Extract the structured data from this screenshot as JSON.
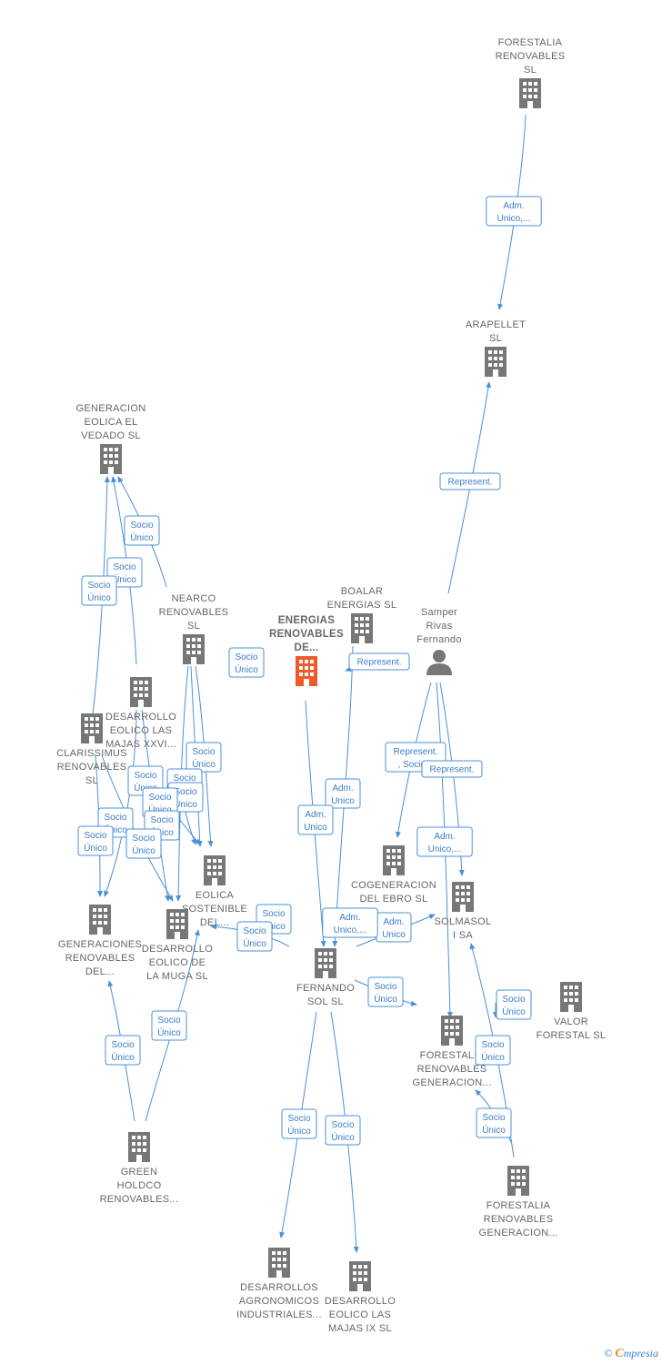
{
  "colors": {
    "building": "#777777",
    "focus": "#f05a28",
    "person": "#777777",
    "edge": "#4a90d9"
  },
  "nodes": [
    {
      "id": "forestalia-sl",
      "type": "company",
      "label": [
        "FORESTALIA",
        "RENOVABLES",
        "SL"
      ],
      "icon": "building-icon"
    },
    {
      "id": "arapellet",
      "type": "company",
      "label": [
        "ARAPELLET",
        "SL"
      ],
      "icon": "building-icon"
    },
    {
      "id": "generacion-vedado",
      "type": "company",
      "label": [
        "GENERACION",
        "EOLICA EL",
        "VEDADO SL"
      ],
      "icon": "building-icon"
    },
    {
      "id": "nearco",
      "type": "company",
      "label": [
        "NEARCO",
        "RENOVABLES",
        "SL"
      ],
      "icon": "building-icon"
    },
    {
      "id": "energias-focus",
      "type": "company-focus",
      "label": [
        "ENERGIAS",
        "RENOVABLES",
        "DE..."
      ],
      "icon": "building-icon"
    },
    {
      "id": "boalar",
      "type": "company",
      "label": [
        "BOALAR",
        "ENERGIAS  SL"
      ],
      "icon": "building-icon"
    },
    {
      "id": "samper",
      "type": "person",
      "label": [
        "Samper",
        "Rivas",
        "Fernando"
      ],
      "icon": "person-icon"
    },
    {
      "id": "desarrollo-majas-xxvi",
      "type": "company",
      "label": [
        "DESARROLLO",
        "EOLICO LAS",
        "MAJAS XXVI..."
      ],
      "icon": "building-icon"
    },
    {
      "id": "clarissimus",
      "type": "company",
      "label": [
        "CLARISSIMUS",
        "RENOVABLES",
        "SL"
      ],
      "icon": "building-icon"
    },
    {
      "id": "eolica-sostenible",
      "type": "company",
      "label": [
        "EOLICA",
        "SOSTENIBLE",
        "DEL..."
      ],
      "icon": "building-icon"
    },
    {
      "id": "cogeneracion-ebro",
      "type": "company",
      "label": [
        "COGENERACION",
        "DEL EBRO  SL"
      ],
      "icon": "building-icon"
    },
    {
      "id": "solmasol",
      "type": "company",
      "label": [
        "SOLMASOL",
        "I SA"
      ],
      "icon": "building-icon"
    },
    {
      "id": "generaciones-renovables",
      "type": "company",
      "label": [
        "GENERACIONES",
        "RENOVABLES",
        "DEL..."
      ],
      "icon": "building-icon"
    },
    {
      "id": "desarrollo-muga",
      "type": "company",
      "label": [
        "DESARROLLO",
        "EOLICO DE",
        "LA MUGA SL"
      ],
      "icon": "building-icon"
    },
    {
      "id": "fernando-sol",
      "type": "company",
      "label": [
        "FERNANDO",
        "SOL SL"
      ],
      "icon": "building-icon"
    },
    {
      "id": "valor-forestal",
      "type": "company",
      "label": [
        "VALOR",
        "FORESTAL SL"
      ],
      "icon": "building-icon"
    },
    {
      "id": "forestalia-generacion-1",
      "type": "company",
      "label": [
        "FORESTALIA",
        "RENOVABLES",
        "GENERACION..."
      ],
      "icon": "building-icon"
    },
    {
      "id": "green-holdco",
      "type": "company",
      "label": [
        "GREEN",
        "HOLDCO",
        "RENOVABLES..."
      ],
      "icon": "building-icon"
    },
    {
      "id": "forestalia-generacion-2",
      "type": "company",
      "label": [
        "FORESTALIA",
        "RENOVABLES",
        "GENERACION..."
      ],
      "icon": "building-icon"
    },
    {
      "id": "desarrollos-agronomicos",
      "type": "company",
      "label": [
        "DESARROLLOS",
        "AGRONOMICOS",
        "INDUSTRIALES..."
      ],
      "icon": "building-icon"
    },
    {
      "id": "desarrollo-majas-ix",
      "type": "company",
      "label": [
        "DESARROLLO",
        "EOLICO LAS",
        "MAJAS IX  SL"
      ],
      "icon": "building-icon"
    }
  ],
  "edge_labels": [
    {
      "id": "e1",
      "lines": [
        "Adm.",
        "Unico,..."
      ]
    },
    {
      "id": "e2",
      "lines": [
        "Represent."
      ]
    },
    {
      "id": "e3",
      "lines": [
        "Socio",
        "Único"
      ]
    },
    {
      "id": "e4",
      "lines": [
        "Socio",
        "Único"
      ]
    },
    {
      "id": "e5",
      "lines": [
        "Socio",
        "Único"
      ]
    },
    {
      "id": "e6",
      "lines": [
        "Socio",
        "Único"
      ]
    },
    {
      "id": "e7",
      "lines": [
        "Represent."
      ]
    },
    {
      "id": "e8",
      "lines": [
        "Socio",
        "Único"
      ]
    },
    {
      "id": "e9",
      "lines": [
        "Represent.",
        ", Socio..."
      ]
    },
    {
      "id": "e10",
      "lines": [
        "Represent."
      ]
    },
    {
      "id": "e11",
      "lines": [
        "Socio",
        "Único"
      ]
    },
    {
      "id": "e12",
      "lines": [
        "Socio",
        "Único"
      ]
    },
    {
      "id": "e13",
      "lines": [
        "Socio",
        "Único"
      ]
    },
    {
      "id": "e14",
      "lines": [
        "Socio",
        "Único"
      ]
    },
    {
      "id": "e15",
      "lines": [
        "Socio",
        "Único"
      ]
    },
    {
      "id": "e16",
      "lines": [
        "Socio",
        "Único"
      ]
    },
    {
      "id": "e17",
      "lines": [
        "Socio",
        "Único"
      ]
    },
    {
      "id": "e18",
      "lines": [
        "Socio",
        "Único"
      ]
    },
    {
      "id": "e19",
      "lines": [
        "Adm.",
        "Unico"
      ]
    },
    {
      "id": "e20",
      "lines": [
        "Adm.",
        "Unico"
      ]
    },
    {
      "id": "e21",
      "lines": [
        "Adm.",
        "Unico,..."
      ]
    },
    {
      "id": "e22",
      "lines": [
        "Adm.",
        "Unico"
      ]
    },
    {
      "id": "e23",
      "lines": [
        "Socio",
        "Único"
      ]
    },
    {
      "id": "e24",
      "lines": [
        "Socio",
        "Único"
      ]
    },
    {
      "id": "e25",
      "lines": [
        "Adm.",
        "Unico,..."
      ]
    },
    {
      "id": "e26",
      "lines": [
        "Socio",
        "Único"
      ]
    },
    {
      "id": "e27",
      "lines": [
        "Socio",
        "Único"
      ]
    },
    {
      "id": "e28",
      "lines": [
        "Socio",
        "Único"
      ]
    },
    {
      "id": "e29",
      "lines": [
        "Socio",
        "Único"
      ]
    },
    {
      "id": "e30",
      "lines": [
        "Socio",
        "Único"
      ]
    },
    {
      "id": "e31",
      "lines": [
        "Socio",
        "Único"
      ]
    },
    {
      "id": "e32",
      "lines": [
        "Socio",
        "Único"
      ]
    },
    {
      "id": "e33",
      "lines": [
        "Socio",
        "Único"
      ]
    }
  ],
  "watermark": {
    "copyright": "©",
    "brand_initial": "C",
    "brand_rest": "mpresia"
  }
}
